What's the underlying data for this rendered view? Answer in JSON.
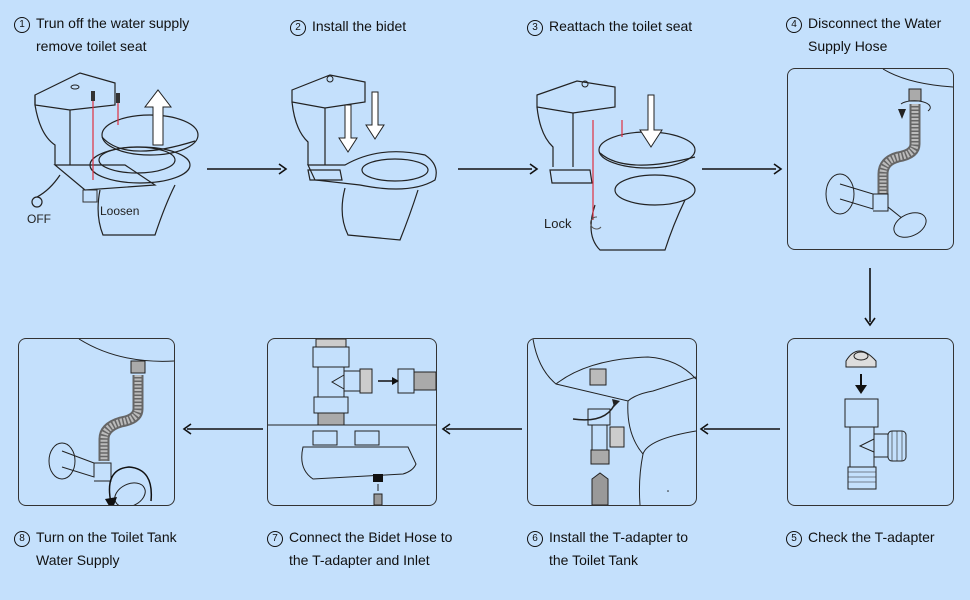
{
  "steps": [
    {
      "number": "1",
      "line1": "Trun off the water supply",
      "line2": "remove toilet seat",
      "labels": {
        "off": "OFF",
        "loosen": "Loosen"
      }
    },
    {
      "number": "2",
      "line1": "Install the bidet",
      "line2": ""
    },
    {
      "number": "3",
      "line1": "Reattach the toilet seat",
      "line2": "",
      "labels": {
        "lock": "Lock"
      }
    },
    {
      "number": "4",
      "line1": "Disconnect the Water",
      "line2": "Supply Hose"
    },
    {
      "number": "5",
      "line1": "Check the T-adapter",
      "line2": ""
    },
    {
      "number": "6",
      "line1": "Install the T-adapter to",
      "line2": "the Toilet Tank"
    },
    {
      "number": "7",
      "line1": "Connect the Bidet Hose to",
      "line2": "the T-adapter and Inlet"
    },
    {
      "number": "8",
      "line1": "Turn on the Toilet Tank",
      "line2": "Water Supply"
    }
  ],
  "colors": {
    "background": "#c4e0fc",
    "line": "#222222",
    "accent_red": "#e03040"
  }
}
